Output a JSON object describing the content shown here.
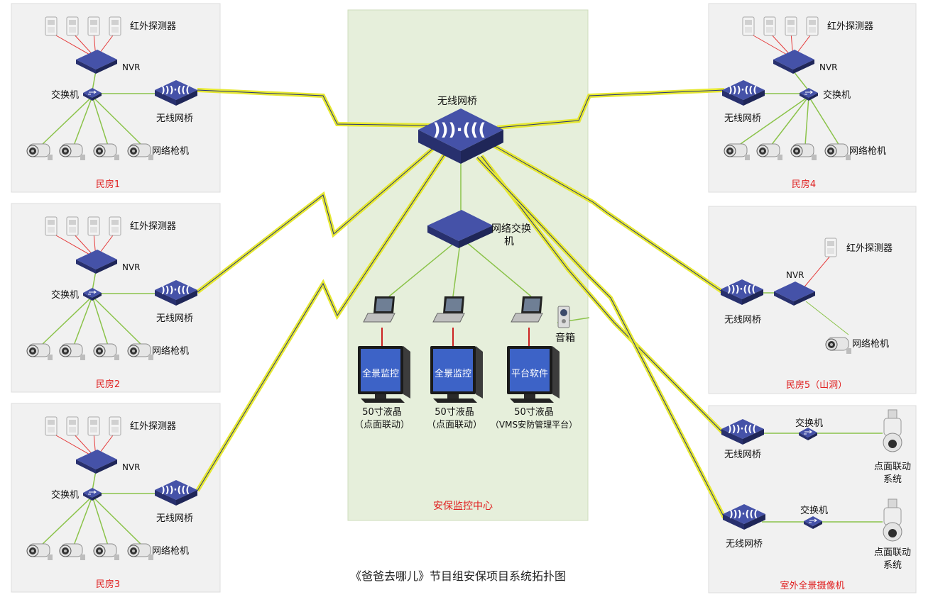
{
  "caption": "《爸爸去哪儿》节目组安保项目系统拓扑图",
  "center": {
    "title": "安保监控中心",
    "bridge_label": "无线网桥",
    "switch_label_1": "网络交换",
    "switch_label_2": "机",
    "speaker_label": "音箱",
    "screens": [
      {
        "screen_text": "全景监控",
        "label_1": "50寸液晶",
        "label_2": "（点面联动）"
      },
      {
        "screen_text": "全景监控",
        "label_1": "50寸液晶",
        "label_2": "（点面联动）"
      },
      {
        "screen_text": "平台软件",
        "label_1": "50寸液晶",
        "label_2": "（VMS安防管理平台）"
      }
    ]
  },
  "houses": [
    {
      "title": "民房1",
      "ir": "红外探测器",
      "nvr": "NVR",
      "sw": "交换机",
      "bridge": "无线网桥",
      "cam": "网络枪机"
    },
    {
      "title": "民房2",
      "ir": "红外探测器",
      "nvr": "NVR",
      "sw": "交换机",
      "bridge": "无线网桥",
      "cam": "网络枪机"
    },
    {
      "title": "民房3",
      "ir": "红外探测器",
      "nvr": "NVR",
      "sw": "交换机",
      "bridge": "无线网桥",
      "cam": "网络枪机"
    },
    {
      "title": "民房4",
      "ir": "红外探测器",
      "nvr": "NVR",
      "sw": "交换机",
      "bridge": "无线网桥",
      "cam": "网络枪机"
    }
  ],
  "house5": {
    "title": "民房5（山洞）",
    "ir": "红外探测器",
    "nvr": "NVR",
    "bridge": "无线网桥",
    "cam": "网络枪机"
  },
  "outdoor": {
    "title": "室外全景摄像机",
    "rows": [
      {
        "bridge": "无线网桥",
        "sw": "交换机",
        "cam_1": "点面联动",
        "cam_2": "系统"
      },
      {
        "bridge": "无线网桥",
        "sw": "交换机",
        "cam_1": "点面联动",
        "cam_2": "系统"
      }
    ]
  },
  "colors": {
    "panel": "#f1f1f1",
    "center_panel": "#e6efdb",
    "device": "#3d4aa0",
    "ir_link": "#e53a3a",
    "lan_link": "#8bc34a",
    "wireless": "#e6e832",
    "title_red": "#e02020"
  }
}
